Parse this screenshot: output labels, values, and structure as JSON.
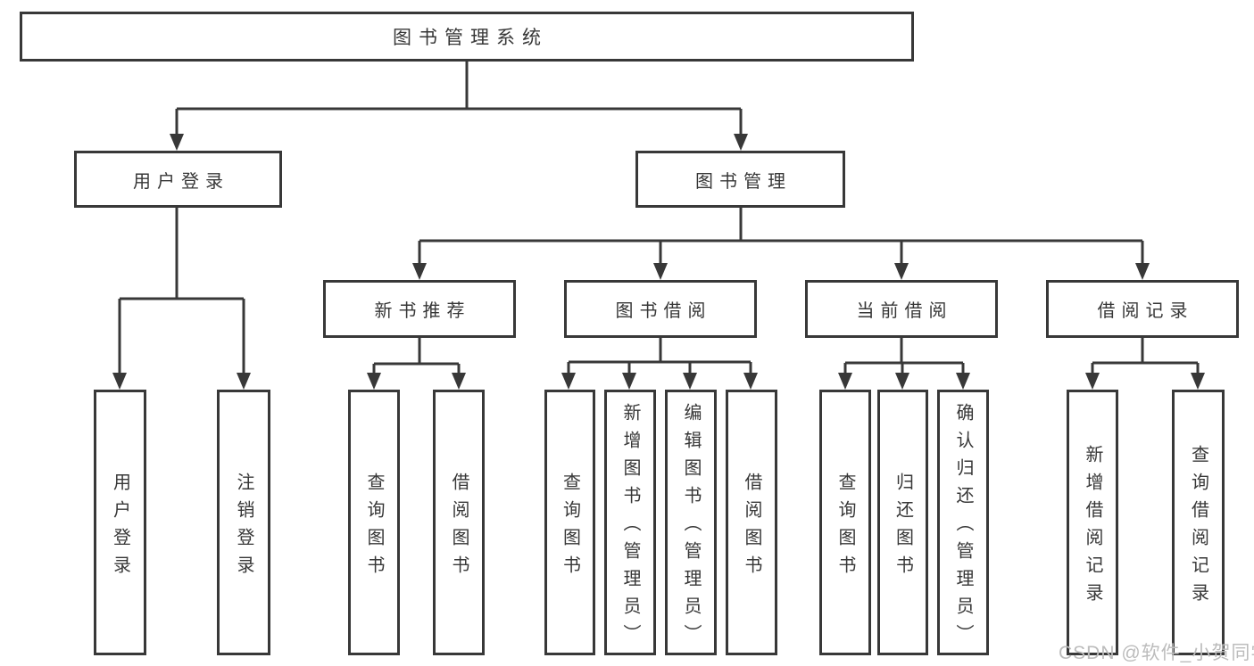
{
  "diagram": {
    "root": "图书管理系统",
    "level2": [
      "用户登录",
      "图书管理"
    ],
    "level3": [
      "新书推荐",
      "图书借阅",
      "当前借阅",
      "借阅记录"
    ],
    "leaves_user": [
      "用户登录",
      "注销登录"
    ],
    "leaves_recommend": [
      "查询图书",
      "借阅图书"
    ],
    "leaves_borrow": [
      "查询图书",
      "新增图书（管理员）",
      "编辑图书（管理员）",
      "借阅图书"
    ],
    "leaves_current": [
      "查询图书",
      "归还图书",
      "确认归还（管理员）"
    ],
    "leaves_records": [
      "新增借阅记录",
      "查询借阅记录"
    ],
    "watermark": "CSDN @软件_小贺同学",
    "colors": {
      "border": "#383838",
      "line": "#383838",
      "text": "#373737",
      "watermark": "#bcbcbc",
      "background": "#ffffff"
    }
  }
}
